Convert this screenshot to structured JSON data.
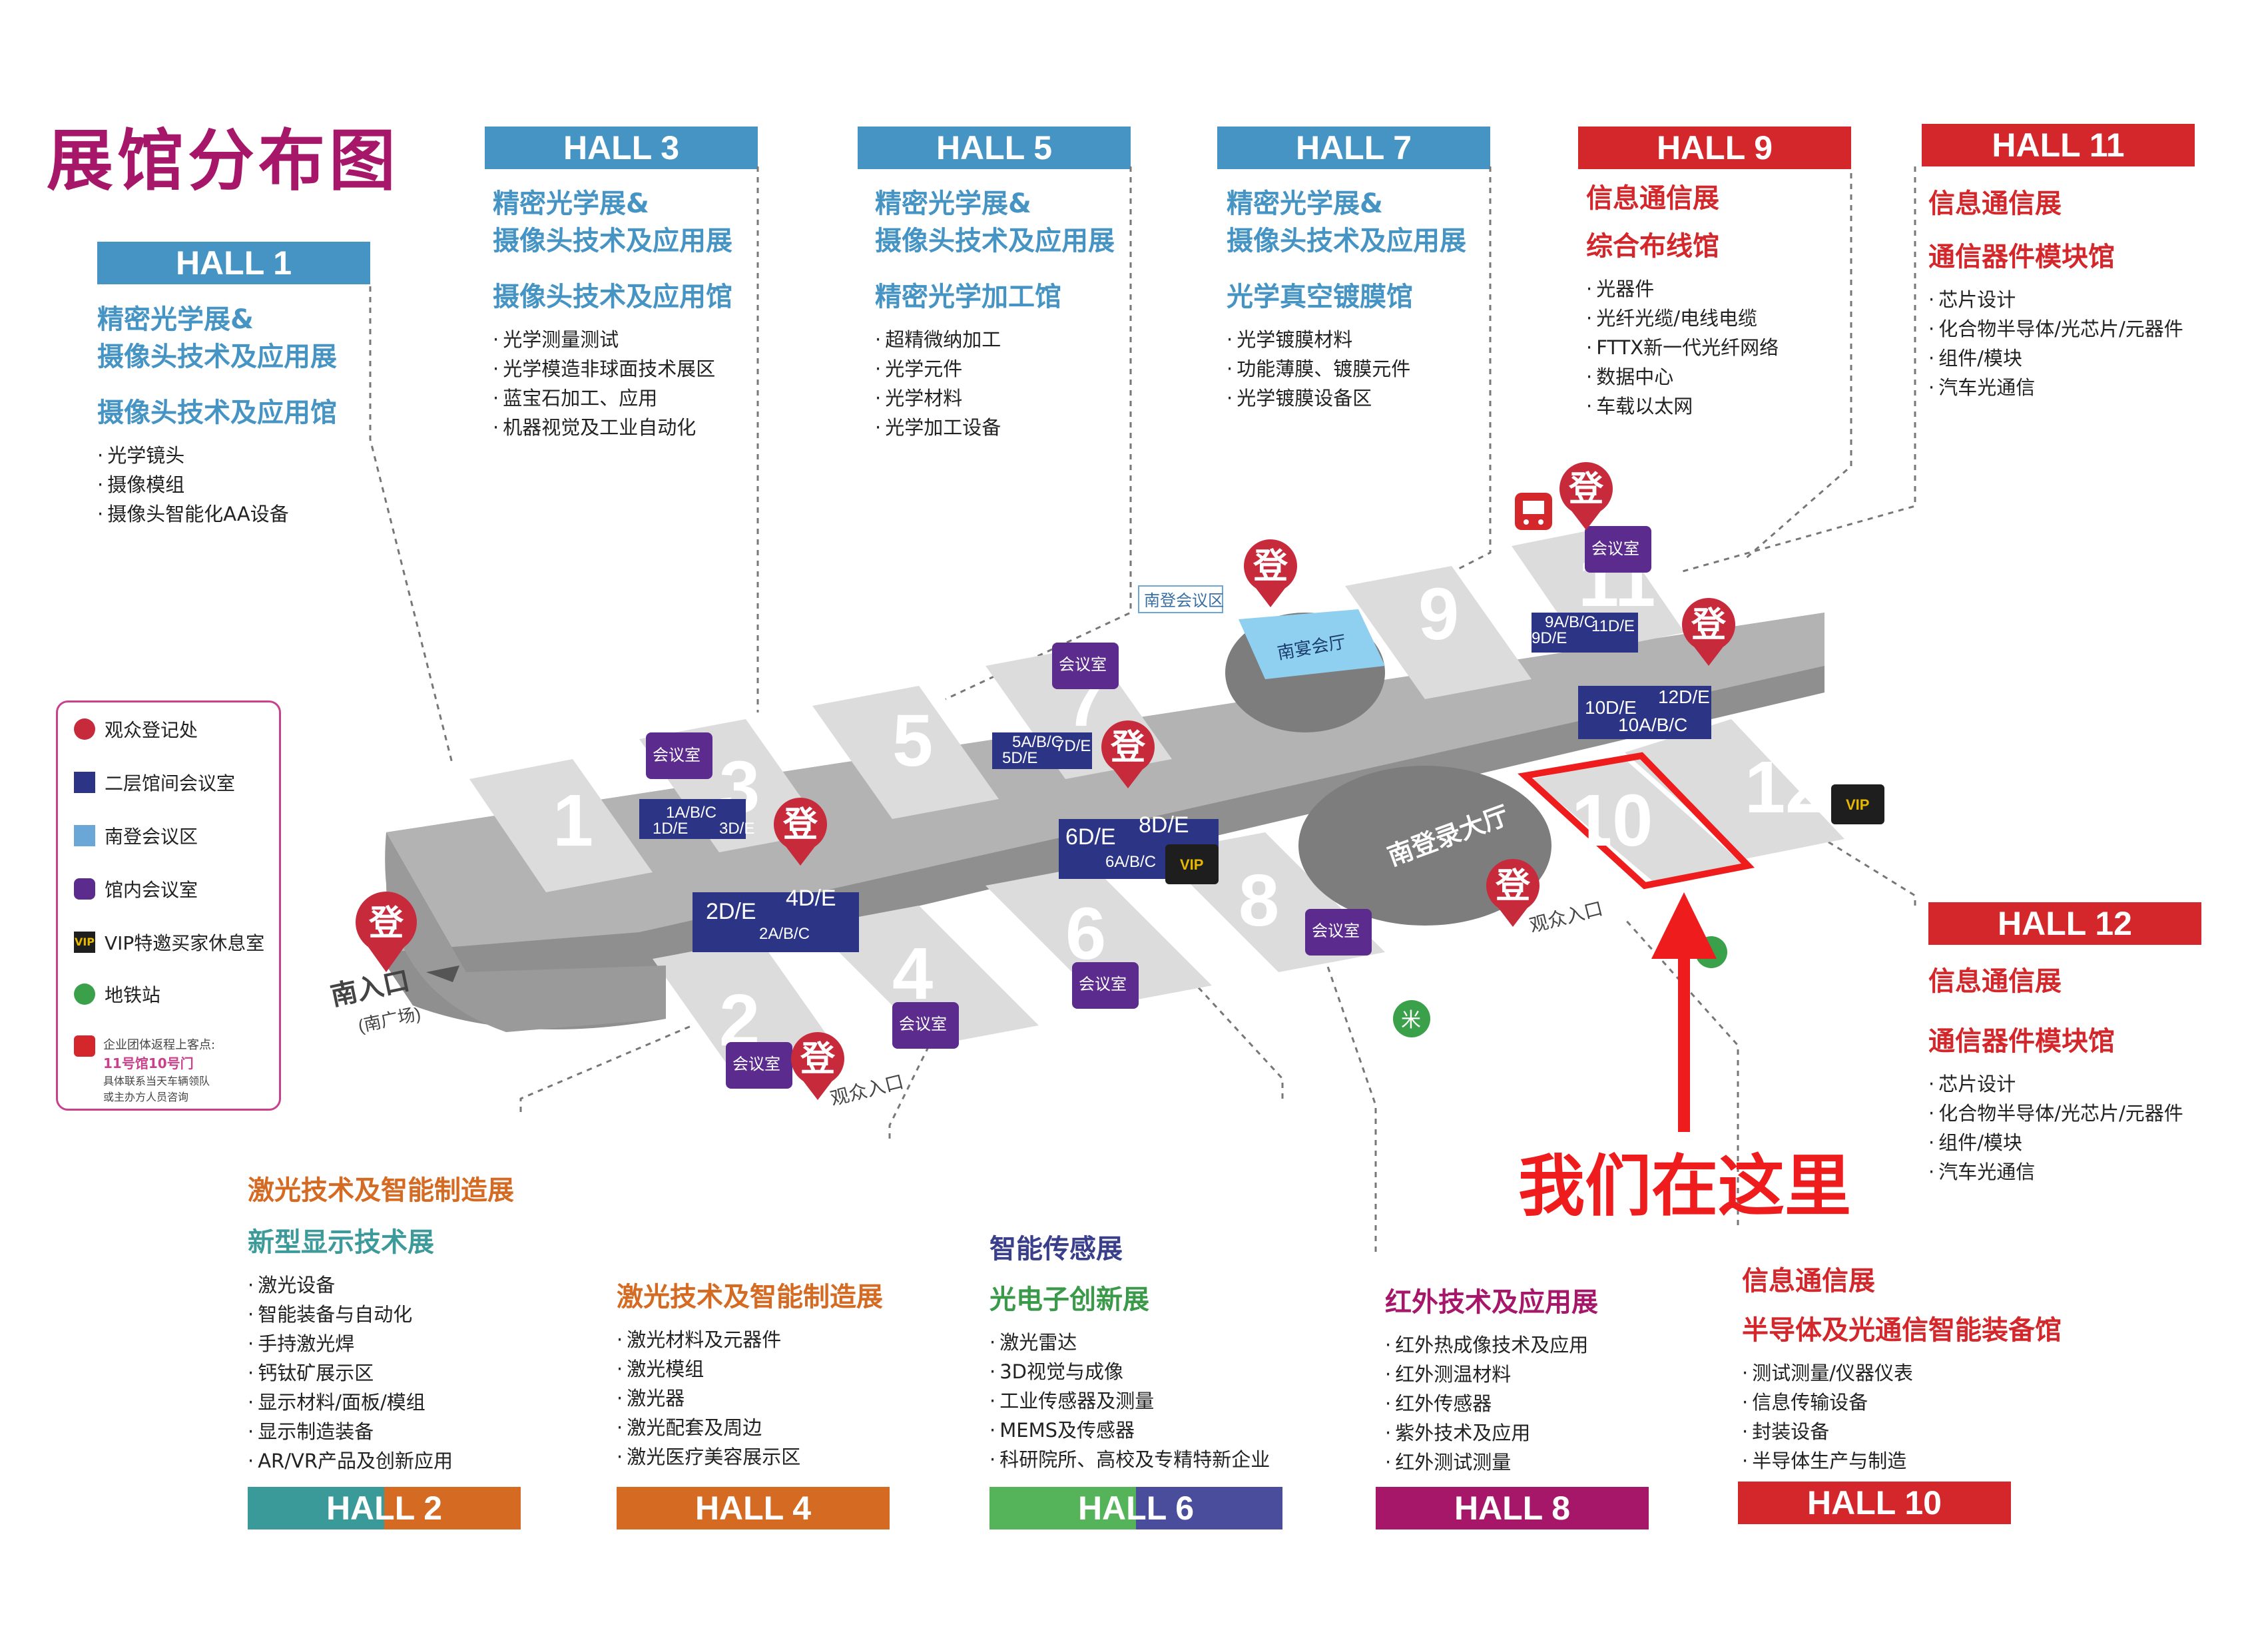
{
  "title": "展馆分布图",
  "colors": {
    "blue": "#4594c4",
    "red": "#d3272b",
    "orange": "#d56a22",
    "purple": "#a6176a",
    "navy": "#2c3585"
  },
  "top_halls": [
    {
      "label": "HALL 1",
      "color": "#4594c4",
      "heading1": "精密光学展&",
      "heading2": "摄像头技术及应用展",
      "sub": "摄像头技术及应用馆",
      "items": [
        "光学镜头",
        "摄像模组",
        "摄像头智能化AA设备"
      ]
    },
    {
      "label": "HALL 3",
      "color": "#4594c4",
      "heading1": "精密光学展&",
      "heading2": "摄像头技术及应用展",
      "sub": "摄像头技术及应用馆",
      "items": [
        "光学测量测试",
        "光学模造非球面技术展区",
        "蓝宝石加工、应用",
        "机器视觉及工业自动化"
      ]
    },
    {
      "label": "HALL 5",
      "color": "#4594c4",
      "heading1": "精密光学展&",
      "heading2": "摄像头技术及应用展",
      "sub": "精密光学加工馆",
      "items": [
        "超精微纳加工",
        "光学元件",
        "光学材料",
        "光学加工设备"
      ]
    },
    {
      "label": "HALL 7",
      "color": "#4594c4",
      "heading1": "精密光学展&",
      "heading2": "摄像头技术及应用展",
      "sub": "光学真空镀膜馆",
      "items": [
        "光学镀膜材料",
        "功能薄膜、镀膜元件",
        "光学镀膜设备区"
      ]
    },
    {
      "label": "HALL 9",
      "color": "#d3272b",
      "heading1": "信息通信展",
      "heading2": "综合布线馆",
      "sub": "",
      "items": [
        "光器件",
        "光纤光缆/电线电缆",
        "FTTX新一代光纤网络",
        "数据中心",
        "车载以太网"
      ]
    },
    {
      "label": "HALL 11",
      "color": "#d3272b",
      "heading1": "信息通信展",
      "heading2": "通信器件模块馆",
      "sub": "",
      "items": [
        "芯片设计",
        "化合物半导体/光芯片/元器件",
        "组件/模块",
        "汽车光通信"
      ]
    },
    {
      "label": "HALL 12",
      "color": "#d3272b",
      "heading1": "信息通信展",
      "heading2": "通信器件模块馆",
      "sub": "",
      "items": [
        "芯片设计",
        "化合物半导体/光芯片/元器件",
        "组件/模块",
        "汽车光通信"
      ]
    }
  ],
  "bottom_halls": [
    {
      "label": "HALL 2",
      "heading1": "激光技术及智能制造展",
      "heading2": "新型显示技术展",
      "items": [
        "激光设备",
        "智能装备与自动化",
        "手持激光焊",
        "钙钛矿展示区",
        "显示材料/面板/模组",
        "显示制造装备",
        "AR/VR产品及创新应用"
      ]
    },
    {
      "label": "HALL 4",
      "heading1": "激光技术及智能制造展",
      "heading2": "",
      "items": [
        "激光材料及元器件",
        "激光模组",
        "激光器",
        "激光配套及周边",
        "激光医疗美容展示区"
      ]
    },
    {
      "label": "HALL 6",
      "heading1": "智能传感展",
      "heading2": "光电子创新展",
      "items": [
        "激光雷达",
        "3D视觉与成像",
        "工业传感器及测量",
        "MEMS及传感器",
        "科研院所、高校及专精特新企业"
      ]
    },
    {
      "label": "HALL 8",
      "heading1": "红外技术及应用展",
      "heading2": "",
      "items": [
        "红外热成像技术及应用",
        "红外测温材料",
        "红外传感器",
        "紫外技术及应用",
        "红外测试测量"
      ]
    },
    {
      "label": "HALL 10",
      "heading1": "信息通信展",
      "heading2": "半导体及光通信智能装备馆",
      "items": [
        "测试测量/仪器仪表",
        "信息传输设备",
        "封装设备",
        "半导体生产与制造"
      ]
    }
  ],
  "legend": {
    "registration": "观众登记处",
    "meeting2f": "二层馆间会议室",
    "south_meeting": "南登会议区",
    "inhall_meeting": "馆内会议室",
    "vip": "VIP特邀买家休息室",
    "metro": "地铁站",
    "bus_line1": "企业团体返程上客点:",
    "bus_line2": "11号馆10号门",
    "bus_line3": "具体联系当天车辆领队",
    "bus_line4": "或主办方人员咨询",
    "vip_tag": "VIP"
  },
  "map": {
    "hall_numbers": [
      "1",
      "2",
      "3",
      "4",
      "5",
      "6",
      "7",
      "8",
      "9",
      "10",
      "11",
      "12"
    ],
    "reg_char": "登",
    "meeting_room": "会议室",
    "south_entrance": "南入口",
    "south_plaza": "(南广场)",
    "audience_entrance": "观众入口",
    "south_lobby": "南登录大厅",
    "south_banquet": "南宴会厅",
    "south_meeting_area": "南登会议区",
    "rooms": [
      "1A/B/C",
      "1D/E",
      "3D/E",
      "2D/E",
      "4D/E",
      "2A/B/C",
      "5A/B/C",
      "5D/E",
      "7D/E",
      "6D/E",
      "8D/E",
      "6A/B/C",
      "9A/B/C",
      "9D/E",
      "11D/E",
      "10D/E",
      "12D/E",
      "10A/B/C"
    ]
  },
  "here": "我们在这里"
}
